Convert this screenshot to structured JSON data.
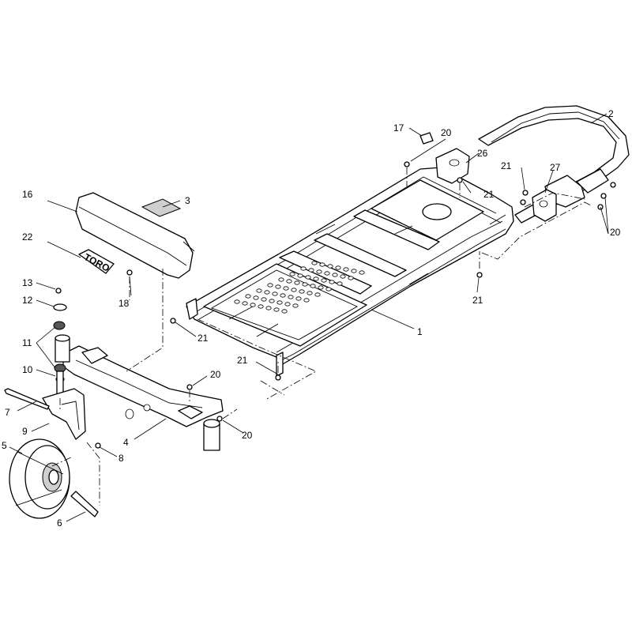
{
  "diagram": {
    "callouts": [
      {
        "id": "c1",
        "label": "1"
      },
      {
        "id": "c2",
        "label": "2"
      },
      {
        "id": "c3",
        "label": "3"
      },
      {
        "id": "c4",
        "label": "4"
      },
      {
        "id": "c5",
        "label": "5"
      },
      {
        "id": "c6",
        "label": "6"
      },
      {
        "id": "c7",
        "label": "7"
      },
      {
        "id": "c8",
        "label": "8"
      },
      {
        "id": "c9",
        "label": "9"
      },
      {
        "id": "c10",
        "label": "10"
      },
      {
        "id": "c11",
        "label": "11"
      },
      {
        "id": "c12",
        "label": "12"
      },
      {
        "id": "c13",
        "label": "13"
      },
      {
        "id": "c16",
        "label": "16"
      },
      {
        "id": "c17",
        "label": "17"
      },
      {
        "id": "c18",
        "label": "18"
      },
      {
        "id": "c20a",
        "label": "20"
      },
      {
        "id": "c20b",
        "label": "20"
      },
      {
        "id": "c20c",
        "label": "20"
      },
      {
        "id": "c20d",
        "label": "20"
      },
      {
        "id": "c21a",
        "label": "21"
      },
      {
        "id": "c21b",
        "label": "21"
      },
      {
        "id": "c21c",
        "label": "21"
      },
      {
        "id": "c21d",
        "label": "21"
      },
      {
        "id": "c21e",
        "label": "21"
      },
      {
        "id": "c22",
        "label": "22"
      },
      {
        "id": "c26",
        "label": "26"
      },
      {
        "id": "c27",
        "label": "27"
      }
    ],
    "decal_logo_text": "TORO"
  }
}
